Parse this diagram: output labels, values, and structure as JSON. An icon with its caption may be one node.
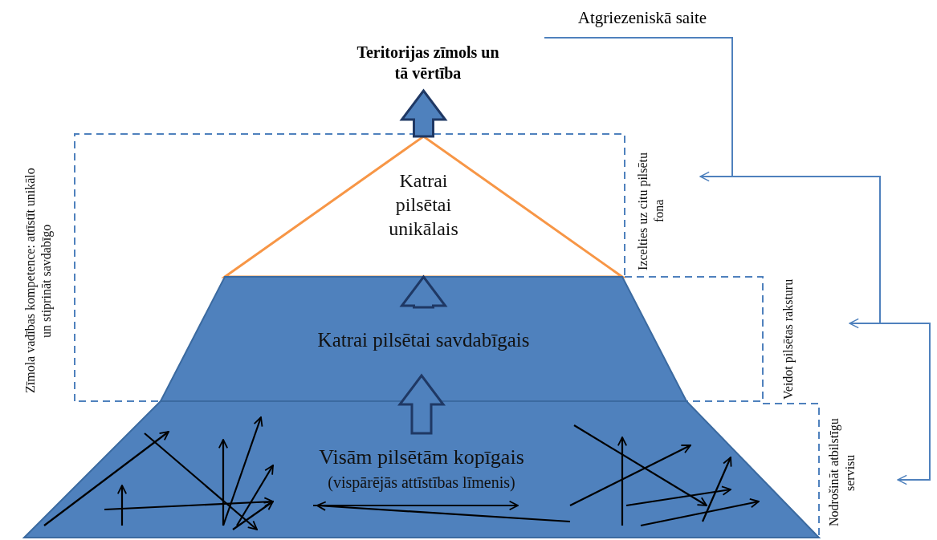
{
  "diagram": {
    "nodes": [
      {
        "text": [
          "Teritorijas zīmols un tā vērtība"
        ]
      },
      {
        "text": [
          "Katrai pilsētai unikālais"
        ]
      },
      {
        "text": [
          "Katrai pilsētai savdabīgais"
        ]
      },
      {
        "text": [
          "Visām pilsētām kopīgais",
          "(vispārējās attīstības līmenis)"
        ]
      },
      {
        "text": [
          "Atgriezeniskā saite"
        ]
      },
      {
        "text": [
          "Izcelties uz citu pilsētu fona"
        ]
      },
      {
        "text": [
          "Veidot pilsētas raksturu"
        ]
      },
      {
        "text": [
          "Nodrošināt atbilstīgu servisu"
        ]
      }
    ],
    "edges": [
      {
        "from": 3,
        "to": 2,
        "arrow": "to",
        "style": "thick"
      },
      {
        "from": 2,
        "to": 1,
        "arrow": "to",
        "style": "thick"
      },
      {
        "from": 1,
        "to": 0,
        "arrow": "to",
        "style": "thick"
      },
      {
        "from": 4,
        "to": 5,
        "arrow": "to"
      },
      {
        "from": 4,
        "to": 6,
        "arrow": "to"
      },
      {
        "from": 4,
        "to": 7,
        "arrow": "to"
      }
    ],
    "labels": [
      "Zīmola vadības kompetence: attīstīt unikālo un stiprināt savdabīgo"
    ]
  }
}
